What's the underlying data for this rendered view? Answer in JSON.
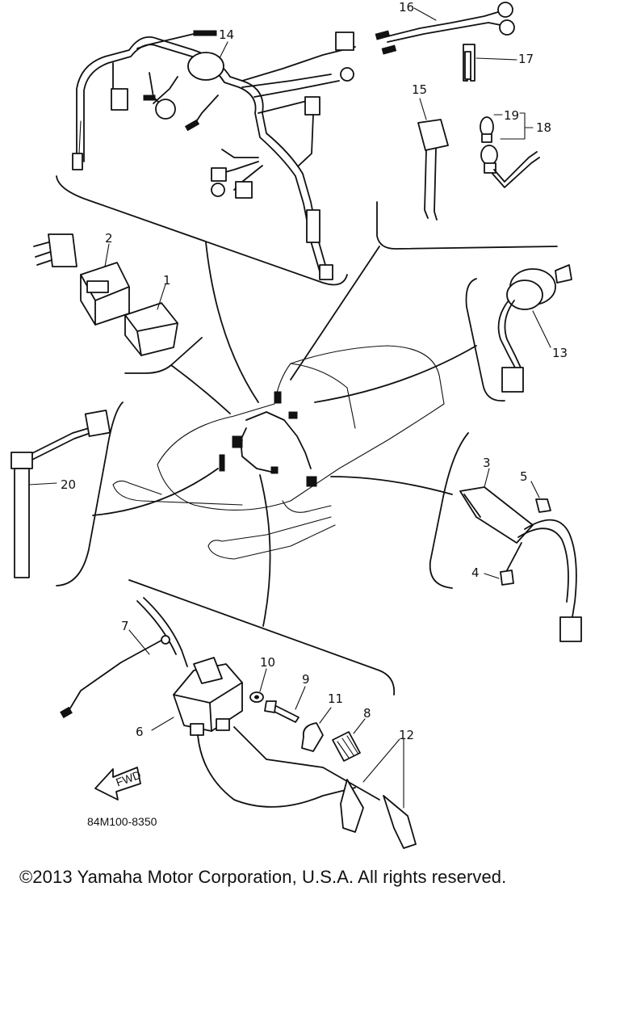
{
  "diagram": {
    "callouts": {
      "p1": "1",
      "p2": "2",
      "p3": "3",
      "p4": "4",
      "p5": "5",
      "p6": "6",
      "p7": "7",
      "p8": "8",
      "p9": "9",
      "p10": "10",
      "p11": "11",
      "p12": "12",
      "p13": "13",
      "p14": "14",
      "p15": "15",
      "p16": "16",
      "p17": "17",
      "p18": "18",
      "p19": "19",
      "p20": "20"
    },
    "fwd_label": "FWD",
    "drawing_code": "84M100-8350"
  },
  "footer": {
    "copyright": "©2013 Yamaha Motor Corporation, U.S.A. All rights reserved."
  }
}
